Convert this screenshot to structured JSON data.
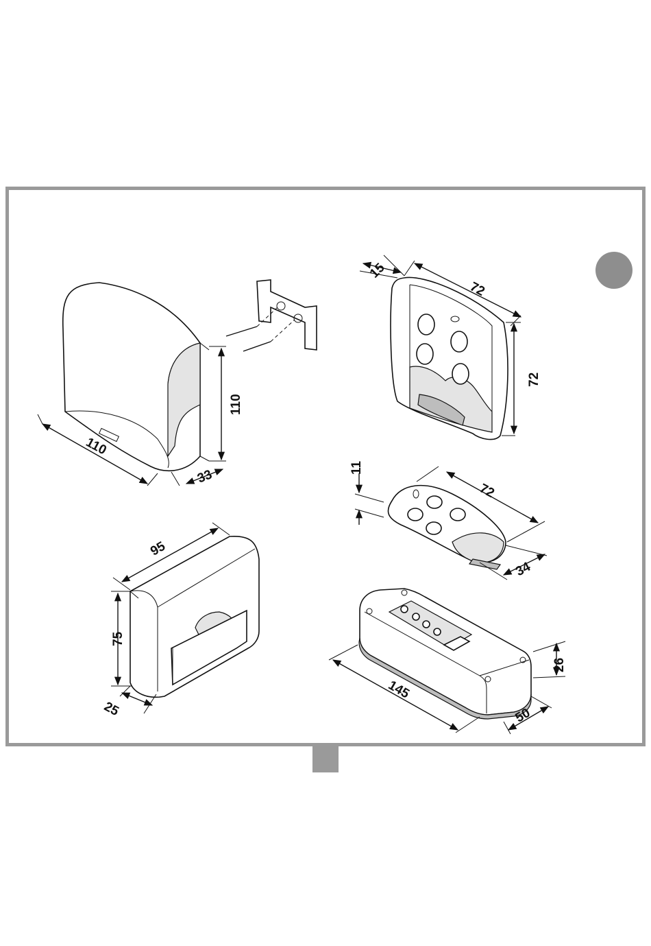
{
  "labels": {
    "motor_width": "110",
    "motor_height": "110",
    "motor_depth": "33",
    "wall_tx_depth": "15",
    "wall_tx_width": "72",
    "wall_tx_height": "72",
    "fob_thickness": "11",
    "fob_length": "72",
    "fob_width": "34",
    "receiver_width": "95",
    "receiver_height": "75",
    "receiver_depth": "25",
    "handheld_length": "145",
    "handheld_height": "26",
    "handheld_width": "50"
  },
  "colors": {
    "frame": "#9a9a9a",
    "badge": "#8e8e8e",
    "line": "#111111"
  }
}
